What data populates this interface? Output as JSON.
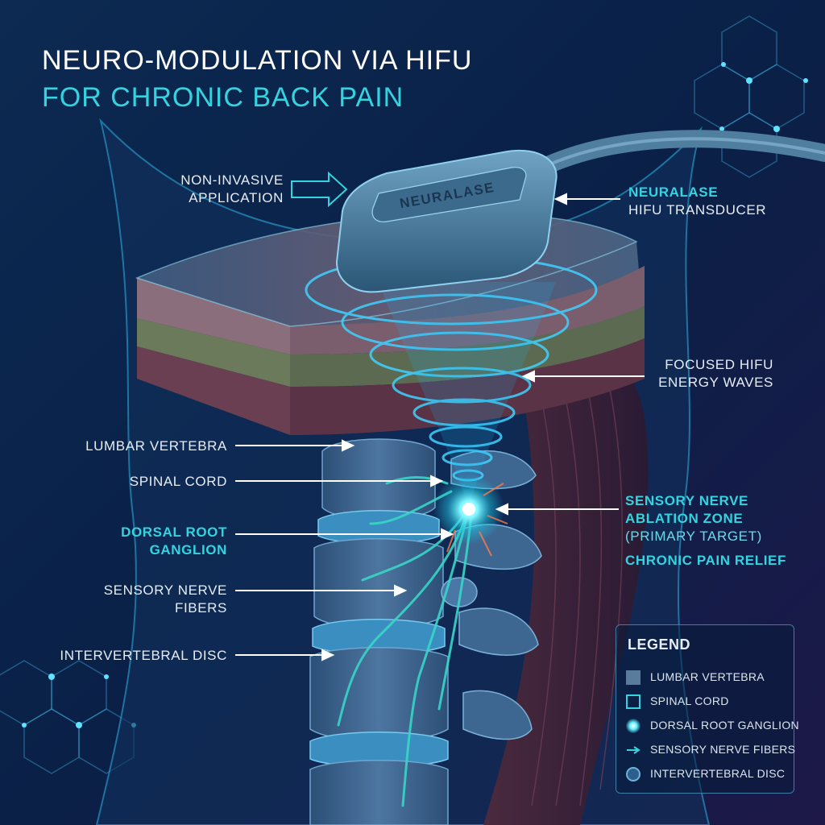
{
  "title": {
    "line1": "NEURO-MODULATION VIA HIFU",
    "line2": "FOR CHRONIC BACK PAIN"
  },
  "device": {
    "brand_on_device": "NEURALASE"
  },
  "labels": {
    "application": [
      "NON-INVASIVE",
      "APPLICATION"
    ],
    "transducer": {
      "line1": "NEURALASE",
      "line2": "HIFU TRANSDUCER"
    },
    "waves": [
      "FOCUSED HIFU",
      "ENERGY WAVES"
    ],
    "vertebra": "LUMBAR VERTEBRA",
    "spinal_cord": "SPINAL CORD",
    "drg": [
      "DORSAL ROOT",
      "GANGLION"
    ],
    "fibers": [
      "SENSORY NERVE",
      "FIBERS"
    ],
    "disc": "INTERVERTEBRAL DISC",
    "ablation": {
      "line1": "SENSORY NERVE",
      "line2": "ABLATION ZONE",
      "line3": "(PRIMARY TARGET)",
      "line4": "CHRONIC PAIN RELIEF"
    }
  },
  "legend": {
    "title": "LEGEND",
    "items": [
      {
        "label": "LUMBAR VERTEBRA",
        "icon": "square-filled-icon"
      },
      {
        "label": "SPINAL CORD",
        "icon": "square-outline-icon"
      },
      {
        "label": "DORSAL ROOT GANGLION",
        "icon": "glow-dot-icon"
      },
      {
        "label": "SENSORY NERVE FIBERS",
        "icon": "arrow-icon"
      },
      {
        "label": "INTERVERTEBRAL DISC",
        "icon": "circle-icon"
      }
    ]
  },
  "colors": {
    "accent": "#34d3e0",
    "background": "#0b1f3f",
    "text": "#e6edf6"
  }
}
